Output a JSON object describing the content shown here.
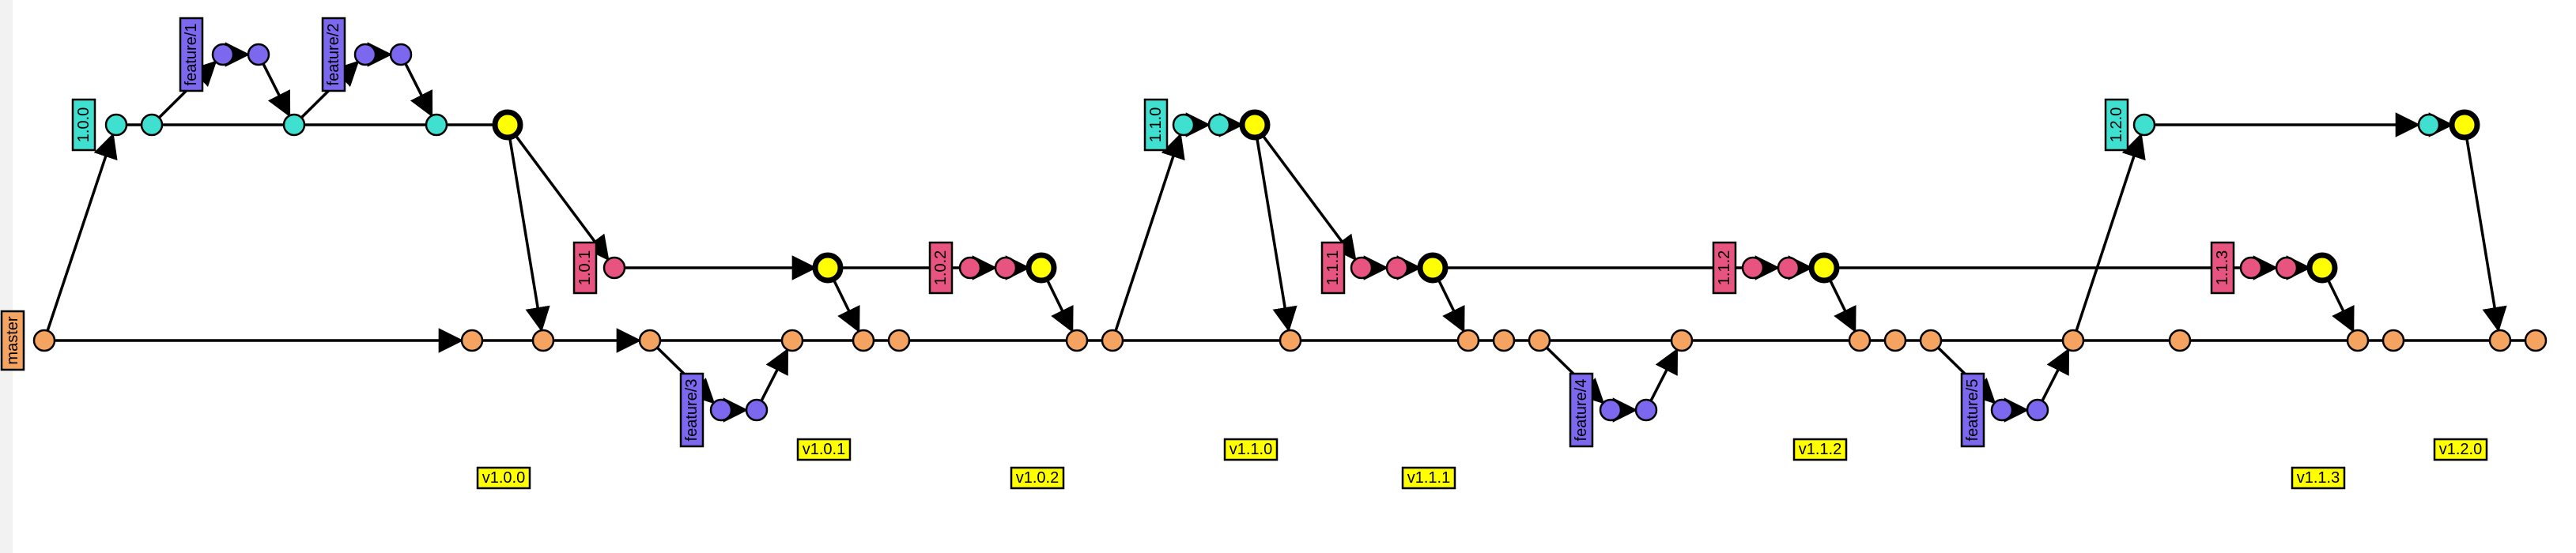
{
  "colors": {
    "master": "#f4a460",
    "release": "#40e0d0",
    "hotfix": "#e75480",
    "feature": "#7b68ee",
    "tag": "#ffff00",
    "line": "#000000",
    "text": "#000000",
    "margin": "#f2f2f2"
  },
  "branch_labels": {
    "master": "master",
    "release_1_0_0": "1.0.0",
    "release_1_1_0": "1.1.0",
    "release_1_2_0": "1.2.0",
    "hotfix_1_0_1": "1.0.1",
    "hotfix_1_0_2": "1.0.2",
    "hotfix_1_1_1": "1.1.1",
    "hotfix_1_1_2": "1.1.2",
    "hotfix_1_1_3": "1.1.3",
    "feature_1": "feature/1",
    "feature_2": "feature/2",
    "feature_3": "feature/3",
    "feature_4": "feature/4",
    "feature_5": "feature/5"
  },
  "tags": {
    "v1_0_0": "v1.0.0",
    "v1_0_1": "v1.0.1",
    "v1_0_2": "v1.0.2",
    "v1_1_0": "v1.1.0",
    "v1_1_1": "v1.1.1",
    "v1_1_2": "v1.1.2",
    "v1_1_3": "v1.1.3",
    "v1_2_0": "v1.2.0"
  }
}
